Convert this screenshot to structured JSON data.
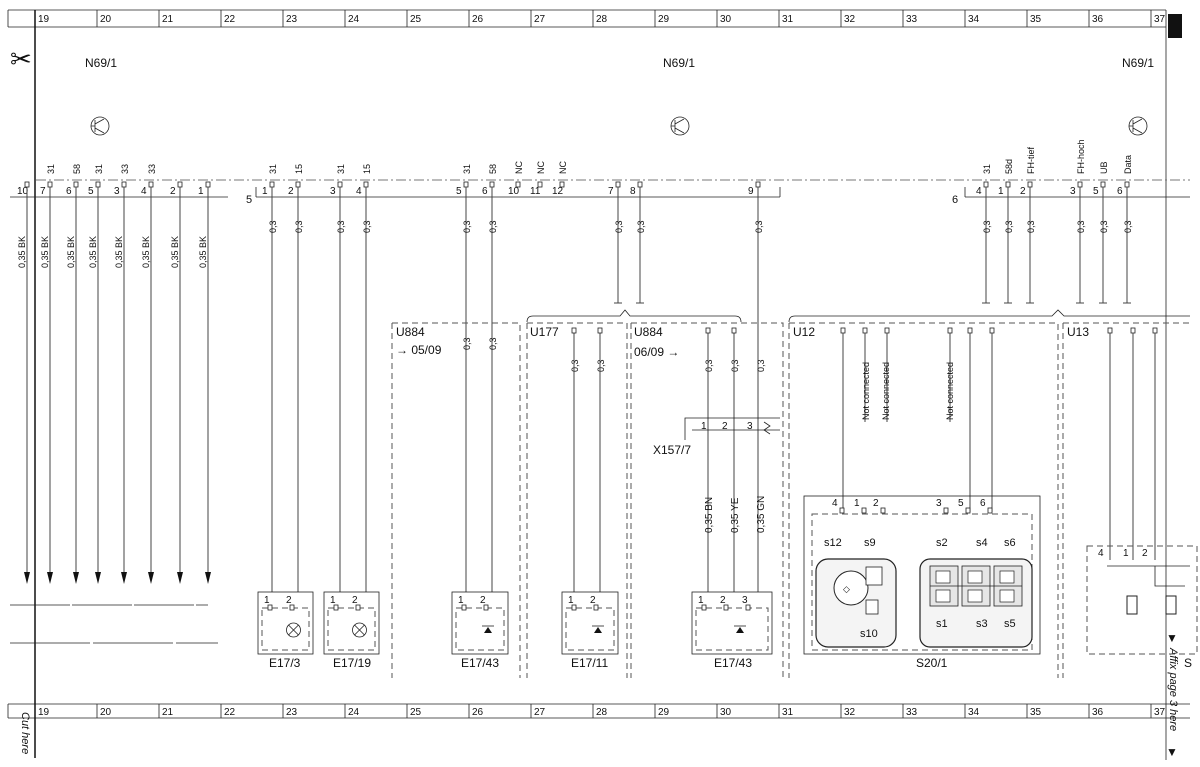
{
  "grid": {
    "columns": [
      "19",
      "20",
      "21",
      "22",
      "23",
      "24",
      "25",
      "26",
      "27",
      "28",
      "29",
      "30",
      "31",
      "32",
      "33",
      "34",
      "35",
      "36",
      "37"
    ]
  },
  "margin": {
    "cut_here": "Cut here",
    "affix_note": "Affix page 3 here"
  },
  "module": {
    "labels": [
      "N69/1",
      "N69/1",
      "N69/1"
    ],
    "connector_5": "5",
    "connector_6": "6"
  },
  "pins_group1": [
    {
      "num": "10",
      "sig": ""
    },
    {
      "num": "7",
      "sig": "31"
    },
    {
      "num": "6",
      "sig": "58"
    },
    {
      "num": "5",
      "sig": "31"
    },
    {
      "num": "3",
      "sig": "33"
    },
    {
      "num": "4",
      "sig": "33"
    },
    {
      "num": "2",
      "sig": ""
    },
    {
      "num": "1",
      "sig": ""
    }
  ],
  "wires_group1": [
    "0,35 BK",
    "0,35 BK",
    "0,35 BK",
    "0,35 BK",
    "0,35 BK",
    "0,35 BK",
    "0,35 BK",
    "0,35 BK"
  ],
  "pins_group2": [
    {
      "num": "1",
      "sig": "31"
    },
    {
      "num": "2",
      "sig": "15"
    },
    {
      "num": "3",
      "sig": "31"
    },
    {
      "num": "4",
      "sig": "15"
    },
    {
      "num": "5",
      "sig": "31"
    },
    {
      "num": "6",
      "sig": "58"
    },
    {
      "num": "10",
      "sig": "NC"
    },
    {
      "num": "11",
      "sig": "NC"
    },
    {
      "num": "12",
      "sig": "NC"
    },
    {
      "num": "7",
      "sig": ""
    },
    {
      "num": "8",
      "sig": ""
    },
    {
      "num": "9",
      "sig": ""
    }
  ],
  "pins_group3": [
    {
      "num": "4",
      "sig": "31"
    },
    {
      "num": "1",
      "sig": "58d"
    },
    {
      "num": "2",
      "sig": "FH-tief"
    },
    {
      "num": "3",
      "sig": "FH-hoch"
    },
    {
      "num": "5",
      "sig": "UB"
    },
    {
      "num": "6",
      "sig": "Data"
    }
  ],
  "wire_size": "0,3",
  "wire_colors": [
    "0,35 BN",
    "0,35 YE",
    "0,35 GN"
  ],
  "variants": [
    {
      "code": "U884",
      "note": "→ 05/09"
    },
    {
      "code": "U177",
      "note": ""
    },
    {
      "code": "U884",
      "note": "06/09  →"
    },
    {
      "code": "U12",
      "note": ""
    },
    {
      "code": "U13",
      "note": ""
    }
  ],
  "not_connected": "Not connected",
  "connector_x157": {
    "label": "X157/7",
    "pins": [
      "1",
      "2",
      "3"
    ]
  },
  "components": [
    {
      "label": "E17/3",
      "pins": [
        "1",
        "2"
      ]
    },
    {
      "label": "E17/19",
      "pins": [
        "1",
        "2"
      ]
    },
    {
      "label": "E17/43",
      "pins": [
        "1",
        "2"
      ]
    },
    {
      "label": "E17/11",
      "pins": [
        "1",
        "2"
      ]
    },
    {
      "label": "E17/43",
      "pins": [
        "1",
        "2",
        "3"
      ]
    }
  ],
  "switch_block": {
    "label": "S20/1",
    "pins": [
      "4",
      "1",
      "2",
      "3",
      "5",
      "6"
    ],
    "switches_top": [
      "s12",
      "s9",
      "s2",
      "s4",
      "s6"
    ],
    "switches_bottom": [
      "s10",
      "s1",
      "s3",
      "s5"
    ]
  },
  "right_block": {
    "pins": [
      "4",
      "1",
      "2"
    ],
    "label": "S"
  }
}
